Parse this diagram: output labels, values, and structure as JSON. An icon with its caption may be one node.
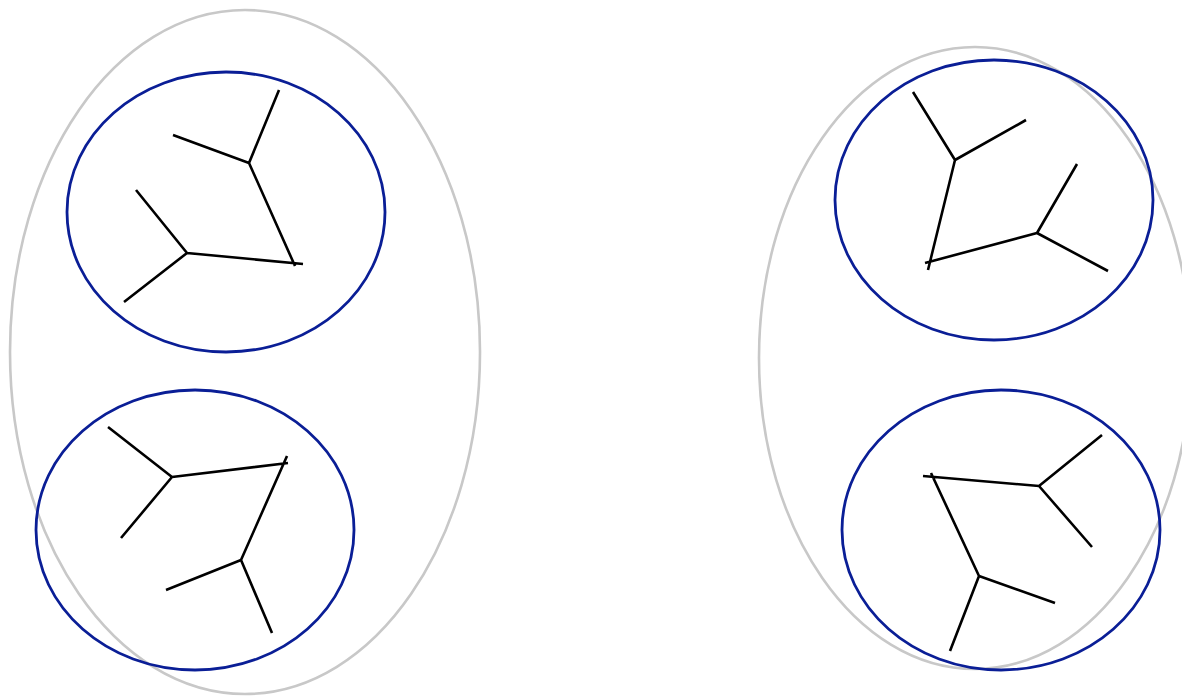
{
  "diagram": {
    "nodes": [
      {
        "text": [],
        "shape": "ellipse"
      },
      {
        "text": [],
        "shape": "ellipse",
        "in": 0
      },
      {
        "text": [],
        "shape": "ellipse",
        "in": 0
      },
      {
        "text": [],
        "shape": "ellipse"
      },
      {
        "text": [],
        "shape": "ellipse",
        "in": 3
      },
      {
        "text": [],
        "shape": "ellipse",
        "in": 3
      }
    ]
  }
}
